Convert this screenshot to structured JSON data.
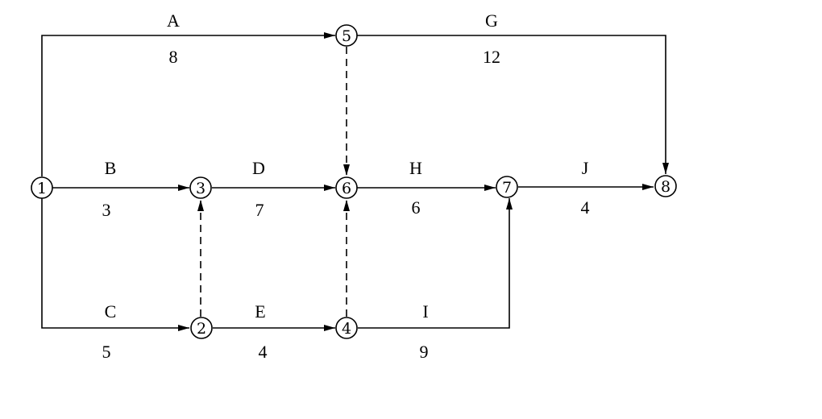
{
  "diagram": {
    "nodes": [
      "1",
      "2",
      "3",
      "4",
      "5",
      "6",
      "7",
      "8"
    ],
    "activities": [
      {
        "name": "A",
        "duration": "8"
      },
      {
        "name": "G",
        "duration": "12"
      },
      {
        "name": "B",
        "duration": "3"
      },
      {
        "name": "D",
        "duration": "7"
      },
      {
        "name": "H",
        "duration": "6"
      },
      {
        "name": "J",
        "duration": "4"
      },
      {
        "name": "C",
        "duration": "5"
      },
      {
        "name": "E",
        "duration": "4"
      },
      {
        "name": "I",
        "duration": "9"
      }
    ],
    "dummy_count": 3
  }
}
